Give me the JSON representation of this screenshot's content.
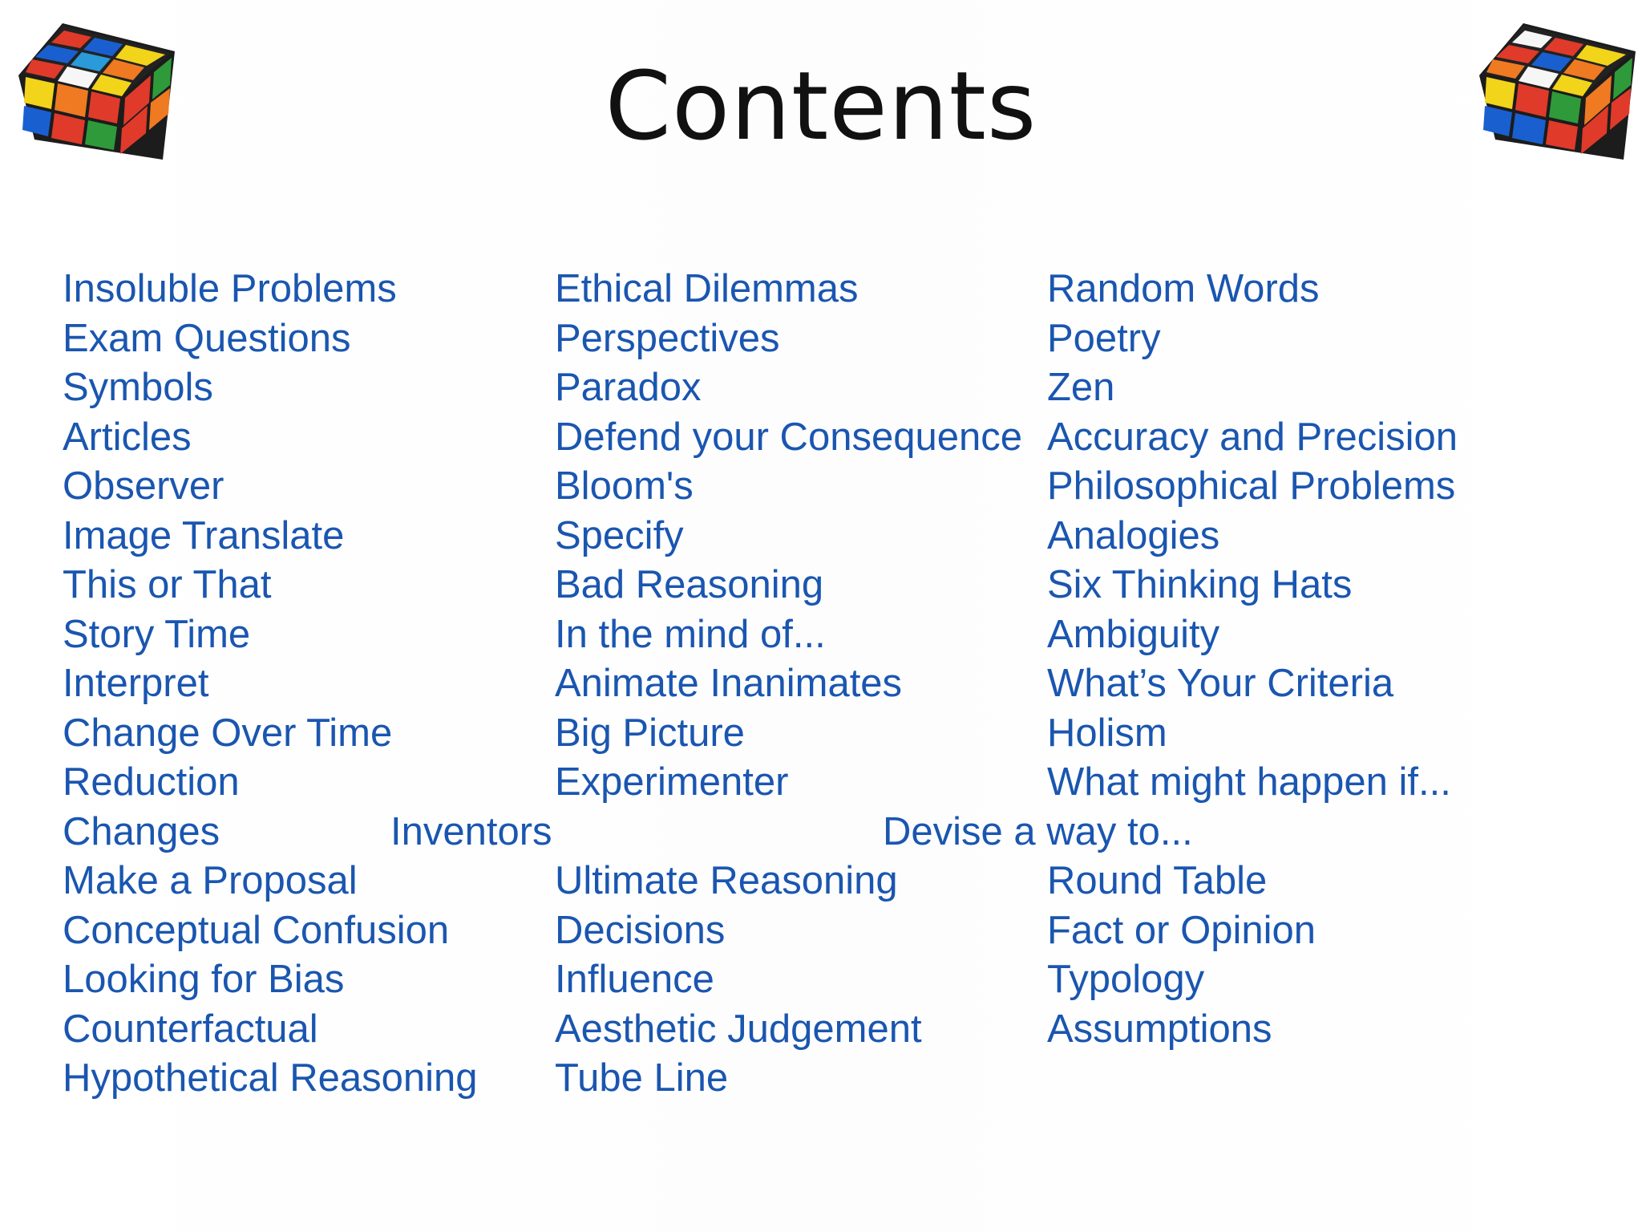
{
  "slide": {
    "title": "Contents",
    "column1": [
      "Insoluble Problems",
      "Exam Questions",
      "Symbols",
      "Articles",
      "Observer",
      "Image Translate",
      "This or That",
      "Story Time",
      "Interpret",
      "Change Over Time",
      "Reduction",
      "Changes",
      "Make a Proposal",
      "Conceptual Confusion",
      "Looking for Bias",
      "Counterfactual",
      "Hypothetical Reasoning"
    ],
    "column2": [
      "Ethical Dilemmas",
      "Perspectives",
      "Paradox",
      "Defend your Consequence",
      "Bloom's",
      "Specify",
      "Bad Reasoning",
      "In the mind of...",
      "Animate Inanimates",
      "Big Picture",
      "Experimenter",
      "",
      "Ultimate Reasoning",
      "Decisions",
      "Influence",
      "Aesthetic Judgement",
      "Tube Line"
    ],
    "column3": [
      "Random Words",
      "Poetry",
      "Zen",
      "Accuracy and Precision",
      "Philosophical Problems",
      "Analogies",
      "Six Thinking Hats",
      "Ambiguity",
      "What’s Your Criteria",
      "Holism",
      "What might happen if...",
      "",
      "Round Table",
      "Fact or Opinion",
      "Typology",
      "Assumptions"
    ],
    "extra_row": {
      "inventors": "Inventors",
      "devise": "Devise a way to..."
    },
    "link_color": "#1a56b0",
    "decorations": [
      "rubiks-cube-icon",
      "rubiks-cube-icon"
    ]
  }
}
